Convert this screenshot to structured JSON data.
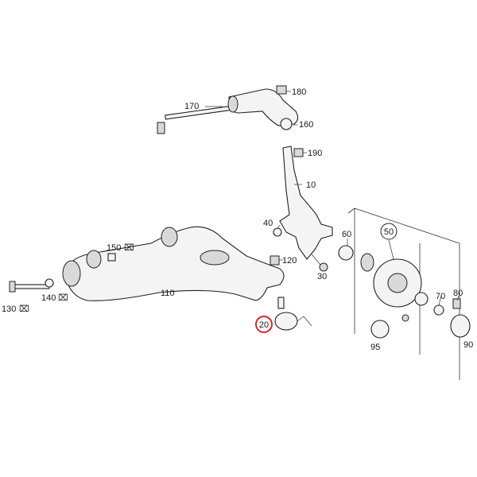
{
  "diagram": {
    "highlight_color": "#d9252a",
    "line_color": "#222222",
    "labels": {
      "p10": "10",
      "p20": "20",
      "p30": "30",
      "p40": "40",
      "p50": "50",
      "p60": "60",
      "p70": "70",
      "p80": "80",
      "p90": "90",
      "p95": "95",
      "p110": "110",
      "p120": "120",
      "p130": "130",
      "p140": "140",
      "p150": "150",
      "p160": "160",
      "p170": "170",
      "p180": "180",
      "p190": "190"
    },
    "highlighted_part": "20",
    "marker_symbol": "⌧"
  }
}
